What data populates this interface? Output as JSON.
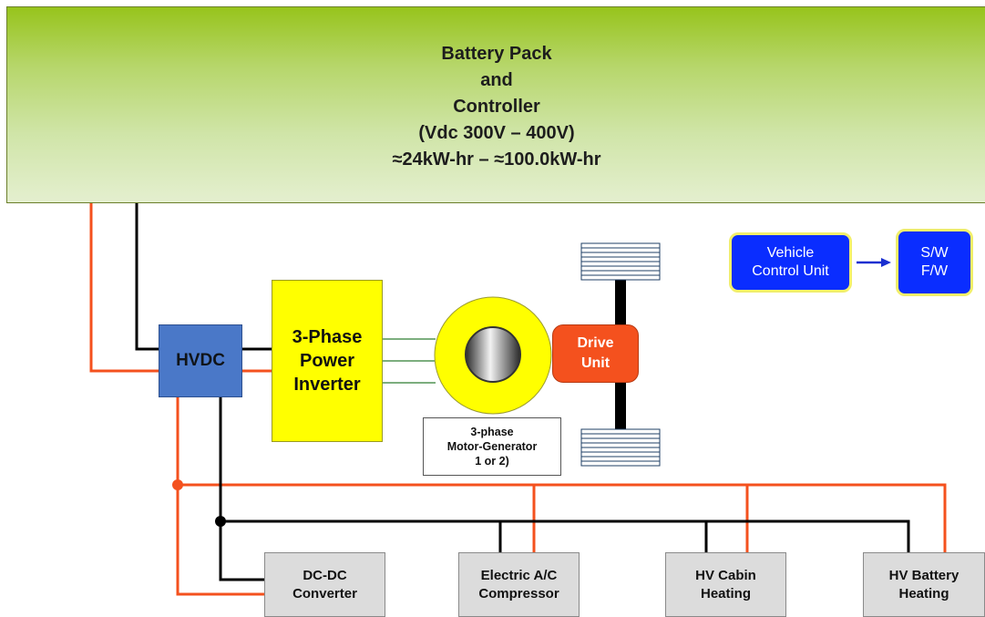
{
  "battery_pack": {
    "line1": "Battery Pack",
    "line2": "and",
    "line3": "Controller",
    "line4": "(Vdc 300V – 400V)",
    "line5": "≈24kW-hr – ≈100.0kW-hr"
  },
  "hvdc": {
    "label": "HVDC"
  },
  "inverter": {
    "line1": "3-Phase",
    "line2": "Power",
    "line3": "Inverter"
  },
  "motor_generator": {
    "line1": "3-phase",
    "line2": "Motor-Generator",
    "line3": "1 or 2)"
  },
  "drive_unit": {
    "line1": "Drive",
    "line2": "Unit"
  },
  "vcu": {
    "line1": "Vehicle",
    "line2": "Control Unit"
  },
  "sw_fw": {
    "line1": "S/W",
    "line2": "F/W"
  },
  "loads": {
    "dcdc": {
      "line1": "DC-DC",
      "line2": "Converter"
    },
    "ac": {
      "line1": "Electric A/C",
      "line2": "Compressor"
    },
    "cabin": {
      "line1": "HV Cabin",
      "line2": "Heating"
    },
    "battery_heat": {
      "line1": "HV Battery",
      "line2": "Heating"
    }
  },
  "colors": {
    "hv_positive_wire": "#f4511e",
    "hv_negative_wire": "#000000",
    "phase_wire": "#2e7d32",
    "motor_ring": "#ffff00",
    "arrow": "#1a2fd0"
  }
}
